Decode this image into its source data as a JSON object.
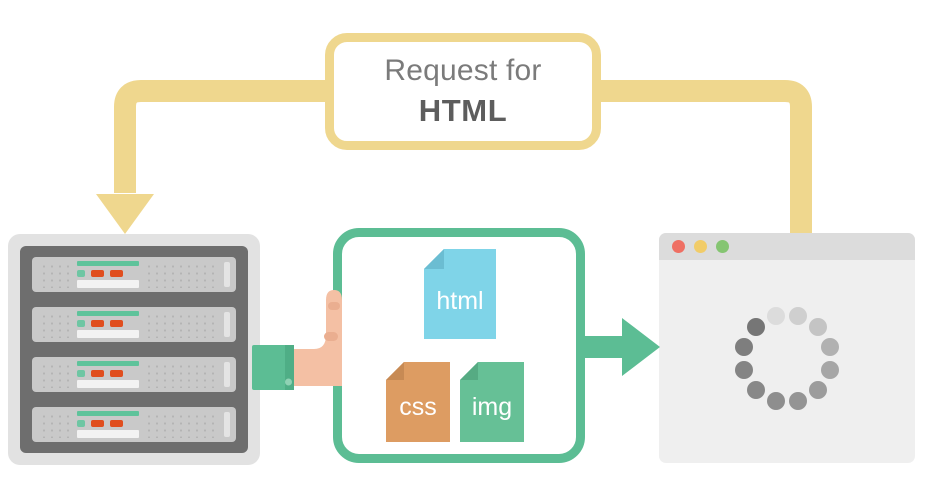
{
  "diagram": {
    "title": "Request for HTML",
    "request_box": {
      "line1": "Request for",
      "line2": "HTML"
    },
    "server": {
      "name": "server-rack",
      "unit_count": 4,
      "led_colors": [
        "#6ec6a3",
        "#e04e1e",
        "#e04e1e"
      ],
      "accent_bar_color": "#5fc39b",
      "chassis_color": "#6e6e6e",
      "outer_color": "#e2e2e2"
    },
    "hand": {
      "name": "hand-icon",
      "skin_color": "#f4c0a4",
      "sleeve_color": "#5cbd94"
    },
    "assets_box": {
      "border_color": "#5cbd94",
      "files": [
        {
          "label": "html",
          "color": "#7fd4e8",
          "fold_color": "#6bbdd2",
          "name": "file-icon-html"
        },
        {
          "label": "css",
          "color": "#dd9c62",
          "fold_color": "#c78a54",
          "name": "file-icon-css"
        },
        {
          "label": "img",
          "color": "#66c096",
          "fold_color": "#56ab83",
          "name": "file-icon-img"
        }
      ]
    },
    "delivery_arrow": {
      "name": "delivery-arrow-right",
      "color": "#5cbd94",
      "direction": "right"
    },
    "request_arrow": {
      "name": "request-arrow-down",
      "color": "#efd78e",
      "direction": "down"
    },
    "browser": {
      "name": "browser-window",
      "titlebar_color": "#dcdcdc",
      "viewport_color": "#efefef",
      "traffic_lights": [
        {
          "name": "close-dot",
          "color": "#ef6f63"
        },
        {
          "name": "minimize-dot",
          "color": "#f1cc68"
        },
        {
          "name": "maximize-dot",
          "color": "#85c572"
        }
      ],
      "spinner": {
        "name": "loading-spinner",
        "dot_count": 12,
        "dot_shades": [
          "#cfcfcf",
          "#c4c4c4",
          "#b1b1b1",
          "#a6a6a6",
          "#9c9c9c",
          "#949494",
          "#8e8e8e",
          "#888888",
          "#848484",
          "#7e7e7e",
          "#767676",
          "#dcdcdc"
        ]
      }
    },
    "colors": {
      "yellow": "#efd78e",
      "green": "#5cbd94",
      "background": "#ffffff"
    }
  }
}
